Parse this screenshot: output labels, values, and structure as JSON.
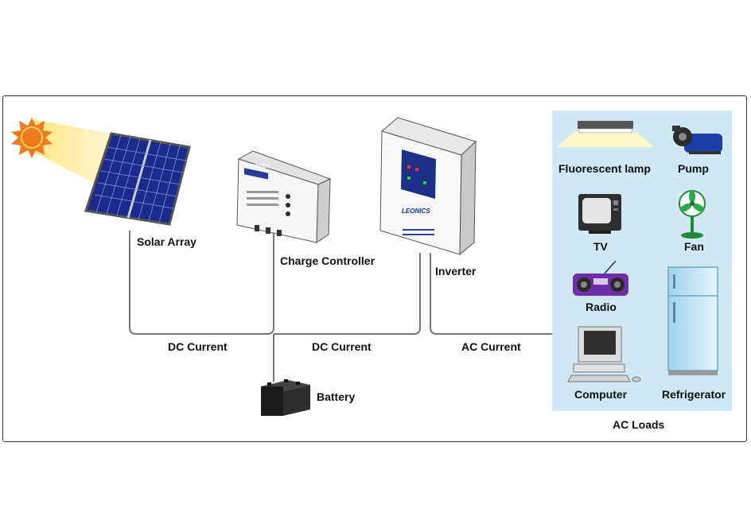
{
  "labels": {
    "solar_array": "Solar Array",
    "charge_controller": "Charge Controller",
    "inverter": "Inverter",
    "battery": "Battery",
    "dc_current_1": "DC Current",
    "dc_current_2": "DC Current",
    "ac_current": "AC Current",
    "ac_loads": "AC Loads"
  },
  "loads": {
    "fluorescent_lamp": "Fluorescent lamp",
    "pump": "Pump",
    "tv": "TV",
    "fan": "Fan",
    "radio": "Radio",
    "computer": "Computer",
    "refrigerator": "Refrigerator"
  },
  "device_text": {
    "controller_brand": "LEONICS",
    "inverter_brand": "LEONICS"
  },
  "colors": {
    "loads_background": "#cfe8f3",
    "wire": "#777777",
    "sun": "#f07a20",
    "sun_glow": "#fff3b0",
    "panel": "#1b2a8c"
  },
  "icons": [
    "sun-icon",
    "solar-panel-icon",
    "charge-controller-icon",
    "inverter-icon",
    "battery-icon",
    "lamp-icon",
    "pump-icon",
    "tv-icon",
    "fan-icon",
    "radio-icon",
    "computer-icon",
    "refrigerator-icon"
  ]
}
